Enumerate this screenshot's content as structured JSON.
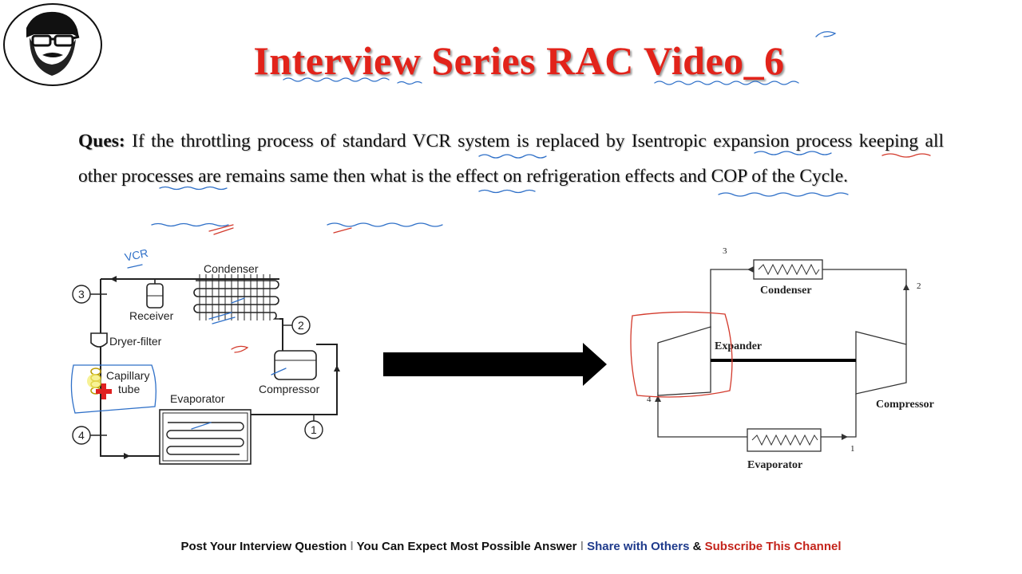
{
  "slide": {
    "title": "Interview Series RAC Video_6",
    "question": {
      "label": "Ques:",
      "text": "If the throttling process of standard VCR system is replaced by Isentropic expansion process keeping all other processes are remains same then what is the effect on refrigeration effects and COP of the Cycle."
    }
  },
  "left_diagram": {
    "annotation": "VCR",
    "labels": {
      "condenser": "Condenser",
      "receiver": "Receiver",
      "dryer_filter": "Dryer-filter",
      "capillary": "Capillary",
      "tube": "tube",
      "evaporator": "Evaporator",
      "compressor": "Compressor"
    },
    "points": [
      "1",
      "2",
      "3",
      "4"
    ]
  },
  "right_diagram": {
    "labels": {
      "condenser": "Condenser",
      "expander": "Expander",
      "compressor": "Compressor",
      "evaporator": "Evaporator"
    },
    "points": [
      "1",
      "2",
      "3",
      "4"
    ]
  },
  "footer": {
    "part1": "Post Your Interview Question",
    "part2": "You Can Expect Most Possible Answer",
    "part3": "Share with Others",
    "amp": "&",
    "part4": "Subscribe This Channel"
  },
  "colors": {
    "title": "#e2231a",
    "footer_blue": "#1f3b8c",
    "footer_red": "#c4241b",
    "annotation_blue": "#2f70c8",
    "annotation_red": "#d33a2c"
  }
}
